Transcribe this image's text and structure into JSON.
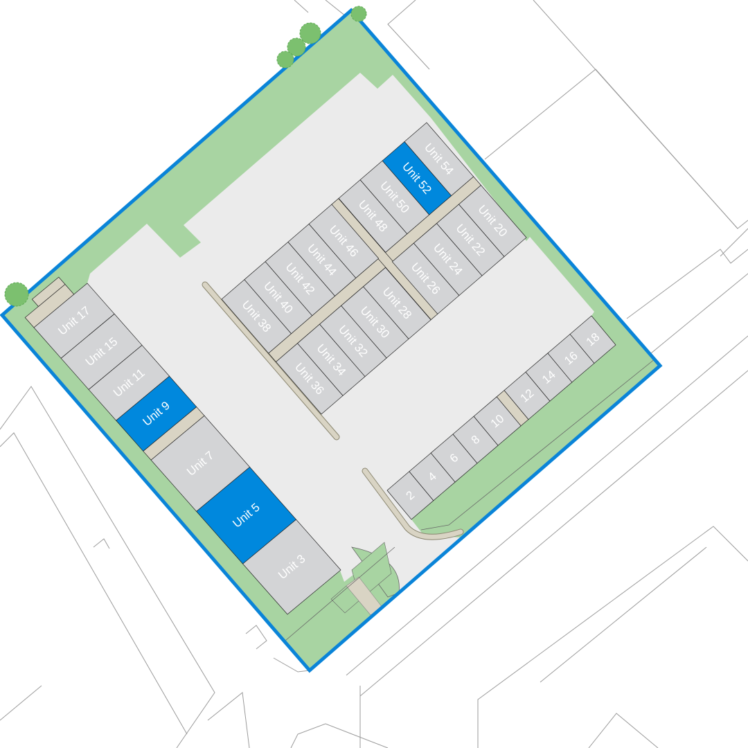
{
  "colors": {
    "boundary": "#0a84d8",
    "landscape": "#a8d4a2",
    "yard": "#ebebeb",
    "unit": "#d3d4d6",
    "unit_highlight": "#0088dd",
    "path": "#d9d4c4",
    "tree": "#7cc06f",
    "context_lines": "#9a9a9a"
  },
  "units": {
    "west_terrace": [
      {
        "label": "Unit 17",
        "highlighted": false
      },
      {
        "label": "Unit 15",
        "highlighted": false
      },
      {
        "label": "Unit 11",
        "highlighted": false
      },
      {
        "label": "Unit 9",
        "highlighted": true
      },
      {
        "label": "Unit 7",
        "highlighted": false
      },
      {
        "label": "Unit 5",
        "highlighted": true
      },
      {
        "label": "Unit 3",
        "highlighted": false
      }
    ],
    "central_north_row": [
      {
        "label": "Unit 38",
        "highlighted": false
      },
      {
        "label": "Unit 40",
        "highlighted": false
      },
      {
        "label": "Unit 42",
        "highlighted": false
      },
      {
        "label": "Unit 44",
        "highlighted": false
      },
      {
        "label": "Unit 46",
        "highlighted": false
      },
      {
        "label": "Unit 48",
        "highlighted": false
      },
      {
        "label": "Unit 50",
        "highlighted": false
      },
      {
        "label": "Unit 52",
        "highlighted": true
      },
      {
        "label": "Unit 54",
        "highlighted": false
      }
    ],
    "central_south_row": [
      {
        "label": "Unit 36",
        "highlighted": false
      },
      {
        "label": "Unit 34",
        "highlighted": false
      },
      {
        "label": "Unit 32",
        "highlighted": false
      },
      {
        "label": "Unit 30",
        "highlighted": false
      },
      {
        "label": "Unit 28",
        "highlighted": false
      },
      {
        "label": "Unit 26",
        "highlighted": false
      },
      {
        "label": "Unit 24",
        "highlighted": false
      },
      {
        "label": "Unit 22",
        "highlighted": false
      },
      {
        "label": "Unit 20",
        "highlighted": false
      }
    ],
    "east_terrace": [
      {
        "label": "2",
        "highlighted": false
      },
      {
        "label": "4",
        "highlighted": false
      },
      {
        "label": "6",
        "highlighted": false
      },
      {
        "label": "8",
        "highlighted": false
      },
      {
        "label": "10",
        "highlighted": false
      },
      {
        "label": "12",
        "highlighted": false
      },
      {
        "label": "14",
        "highlighted": false
      },
      {
        "label": "16",
        "highlighted": false
      },
      {
        "label": "18",
        "highlighted": false
      }
    ]
  }
}
